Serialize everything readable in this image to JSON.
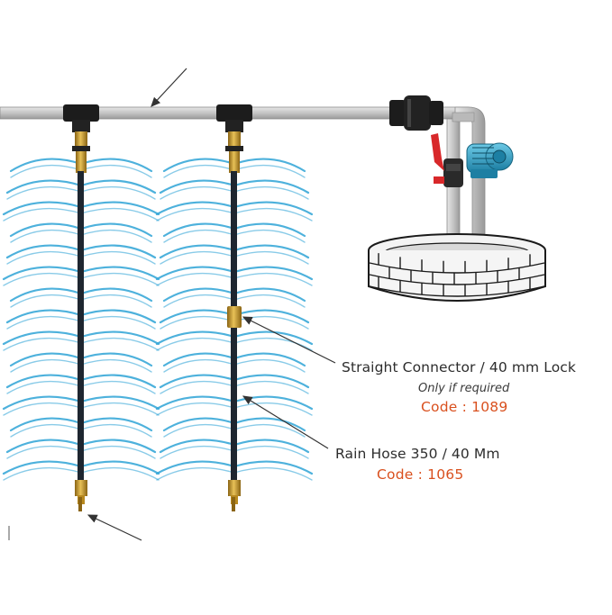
{
  "callouts": {
    "connector": {
      "title": "Straight Connector / 40 mm Lock",
      "note": "Only if required",
      "code": "Code : 1089"
    },
    "hose": {
      "title": "Rain Hose 350 / 40 Mm",
      "code": "Code : 1065"
    }
  },
  "colors": {
    "pipe": "#c9c9c9",
    "pipe_edge": "#8c8c8c",
    "hose": "#1e2630",
    "brass": "#c89b2b",
    "spray": "#3aa8d8",
    "valve_handle": "#d8282a",
    "pump": "#2a9fc4",
    "code_text": "#d9501e"
  },
  "icons": [
    "pipe",
    "tee-fitting",
    "rain-hose",
    "brass-nozzle",
    "ball-valve",
    "water-pump",
    "stone-well",
    "pointer-arrow"
  ]
}
